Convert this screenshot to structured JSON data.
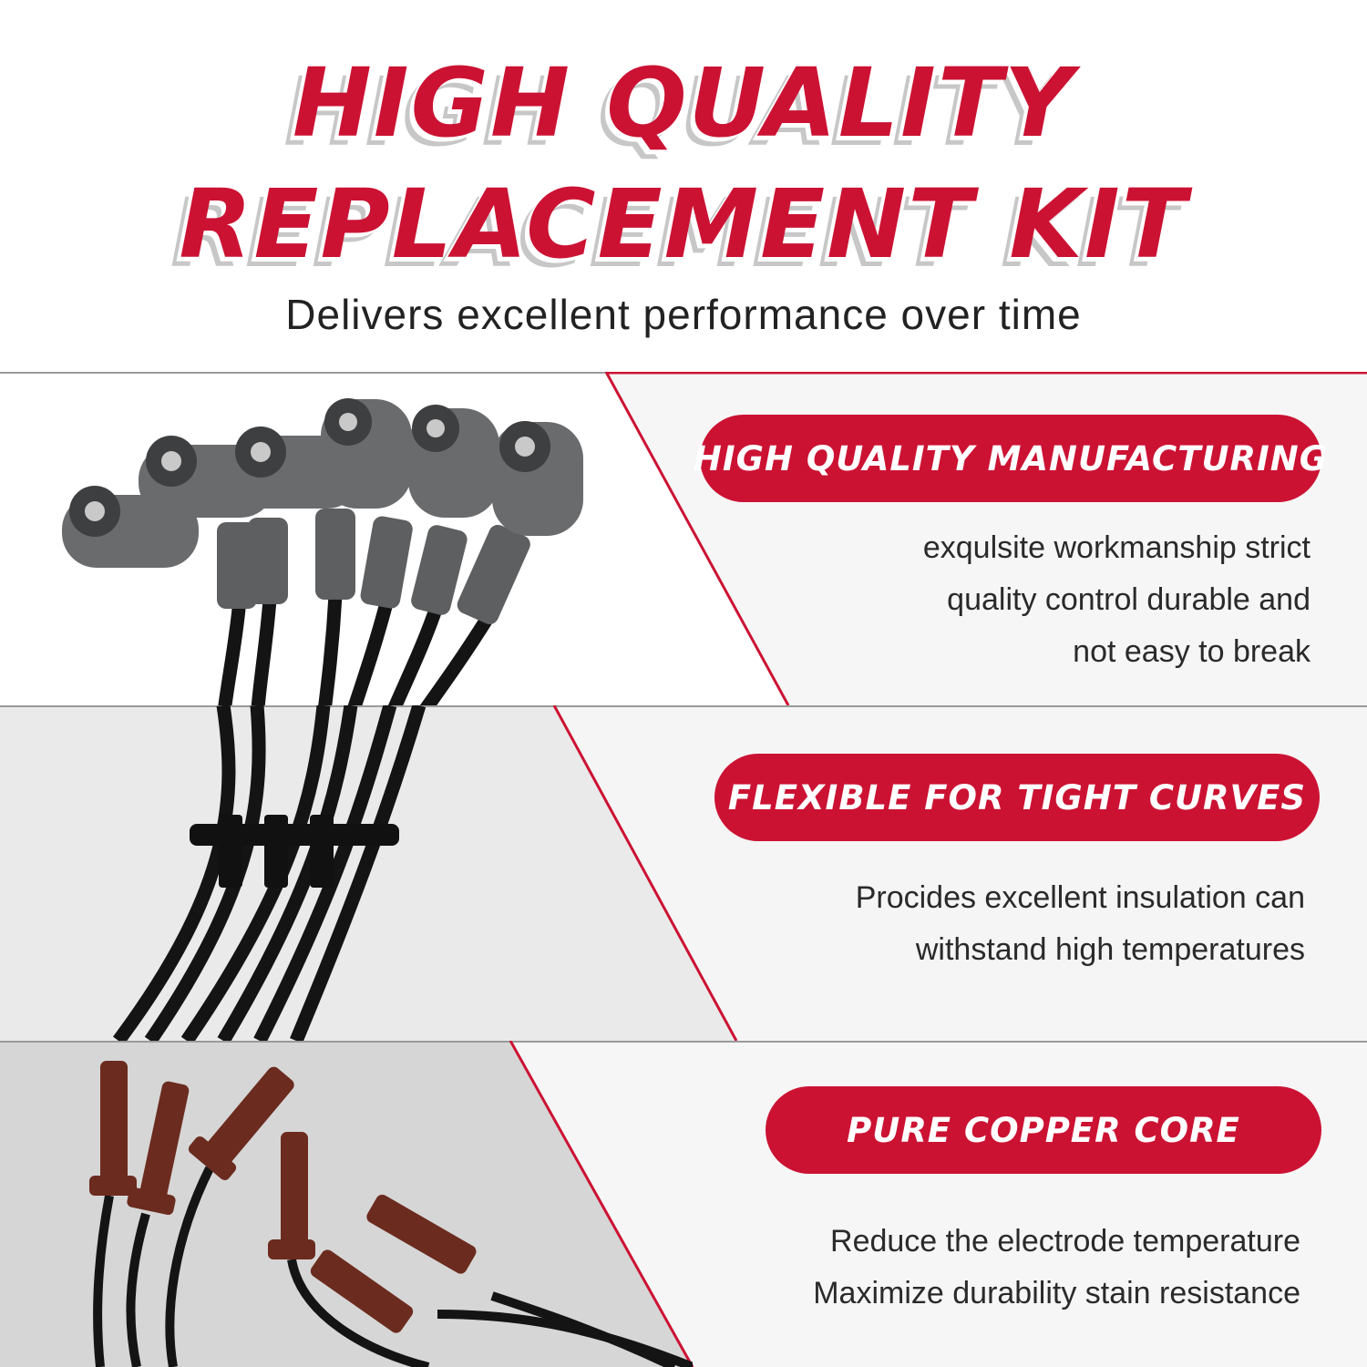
{
  "header": {
    "title_line1": "HIGH QUALITY",
    "title_line2": "REPLACEMENT KIT",
    "subtitle": "Delivers excellent performance over time"
  },
  "features": [
    {
      "title": "HIGH QUALITY MANUFACTURING",
      "lines": [
        "exqulsite workmanship strict",
        "quality control durable and",
        "not easy to break"
      ]
    },
    {
      "title": "FLEXIBLE FOR TIGHT CURVES",
      "lines": [
        "Procides excellent insulation can",
        "withstand high temperatures"
      ]
    },
    {
      "title": "PURE COPPER CORE",
      "lines": [
        "Reduce the electrode temperature",
        "Maximize durability stain resistance"
      ]
    }
  ],
  "colors": {
    "accent": "#cc1233",
    "boot_gray": "#5e5f61",
    "wire_black": "#141414",
    "boot_brown": "#6b2b1e"
  }
}
